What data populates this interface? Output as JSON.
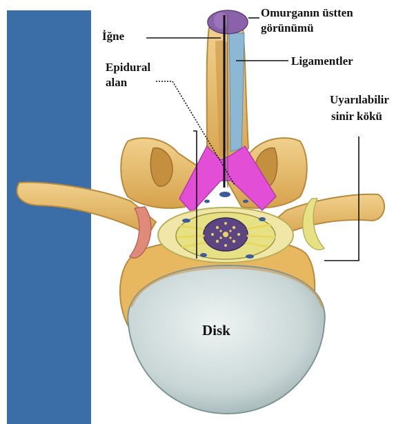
{
  "labels": {
    "top_view_line1": "Omurganın üstten",
    "top_view_line2": "görünümü",
    "needle": "İğne",
    "ligaments": "Ligamentler",
    "epidural_line1": "Epidural",
    "epidural_line2": "alan",
    "nerve_root_line1": "Uyarılabilir",
    "nerve_root_line2": "sinir kökü",
    "disk": "Disk"
  },
  "colors": {
    "back_bar": "#3b6ea7",
    "bone": "#e2b65f",
    "bone_dark": "#b98a3c",
    "bone_light": "#f1d18d",
    "ligament": "#e24fd6",
    "ligament_blue": "#8cb8d6",
    "disk_fill": "#c9d6d6",
    "disk_edge": "#8aa0a0",
    "cord_yellow": "#e6e184",
    "cord_dark": "#4a3a6a",
    "skin_top": "#8a62a9",
    "nerve_pink": "#e08a7a"
  }
}
